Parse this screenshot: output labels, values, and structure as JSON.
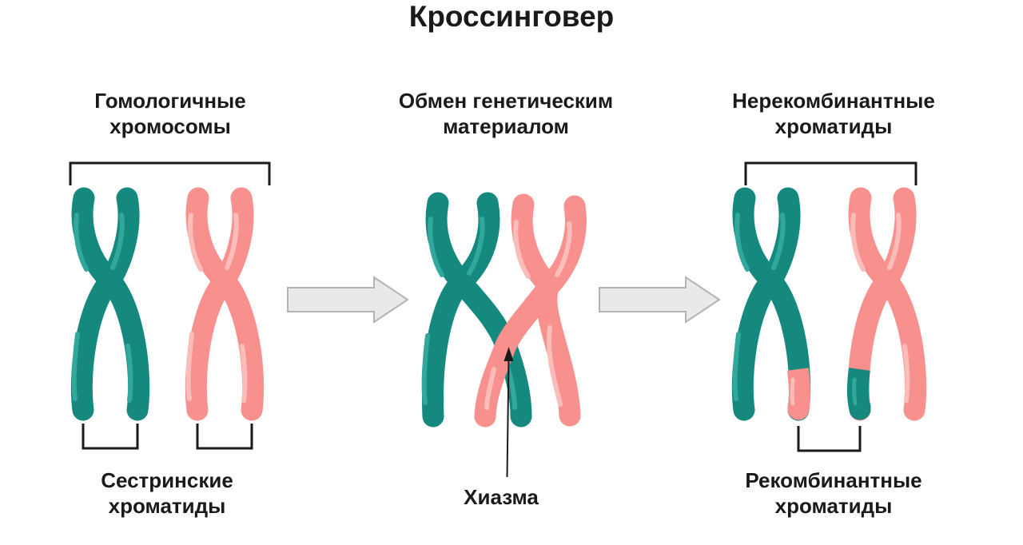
{
  "title": "Кроссинговер",
  "colors": {
    "teal": "#16897f",
    "teal_light": "#31a89b",
    "pink": "#f8908d",
    "pink_light": "#fbbdba",
    "arrow_fill": "#e9e9e9",
    "arrow_stroke": "#b3b3b3",
    "line": "#1a1a1a",
    "text": "#1a1a1a"
  },
  "panels": [
    {
      "header": [
        "Гомологичные",
        "хромосомы"
      ],
      "footer": [
        "Сестринские",
        "хроматиды"
      ]
    },
    {
      "header": [
        "Обмен генетическим",
        "материалом"
      ],
      "annotation": "Хиазма"
    },
    {
      "header": [
        "Нерекомбинантные",
        "хроматиды"
      ],
      "footer": [
        "Рекомбинантные",
        "хроматиды"
      ]
    }
  ]
}
